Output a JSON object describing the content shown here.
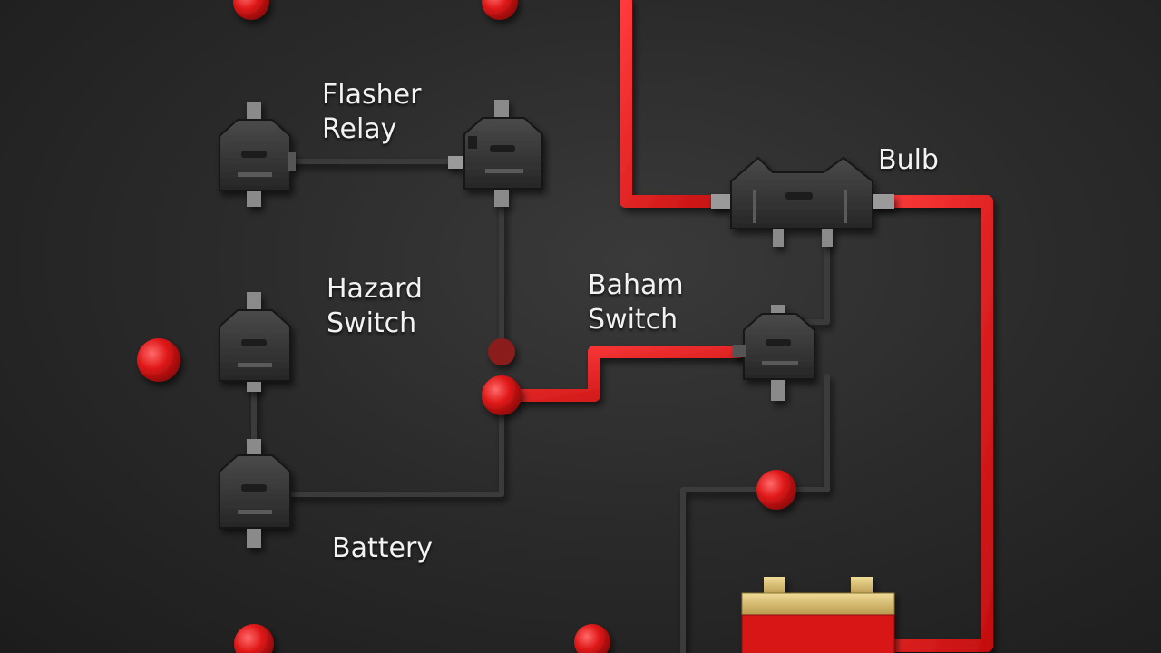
{
  "diagram": {
    "labels": {
      "flasher_line1": "Flasher",
      "flasher_line2": "Relay",
      "hazard_line1": "Hazard",
      "hazard_line2": "Switch",
      "second_switch_line1": "Baham",
      "second_switch_line2": "Switch",
      "bulb": "Bulb",
      "battery": "Battery"
    },
    "colors": {
      "wire_red": "#e81c1c",
      "wire_dark": "#3c3c3c",
      "connector": "#2f2f2f",
      "background": "#2a2a2a",
      "battery_body": "#d81818",
      "battery_terminal": "#d8c07a"
    },
    "components": [
      {
        "name": "flasher-relay-left",
        "type": "connector"
      },
      {
        "name": "flasher-relay-right",
        "type": "connector"
      },
      {
        "name": "hazard-switch",
        "type": "connector"
      },
      {
        "name": "battery-connector",
        "type": "connector"
      },
      {
        "name": "baham-switch",
        "type": "connector"
      },
      {
        "name": "bulb",
        "type": "bulb"
      },
      {
        "name": "battery",
        "type": "battery"
      }
    ]
  }
}
